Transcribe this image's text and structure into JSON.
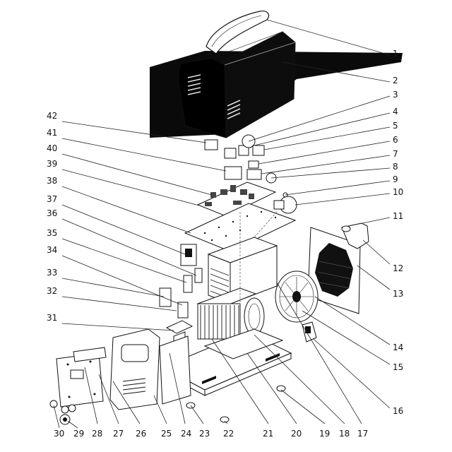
{
  "diagram": {
    "labels": [
      "1",
      "2",
      "3",
      "4",
      "5",
      "6",
      "7",
      "8",
      "9",
      "10",
      "11",
      "12",
      "13",
      "14",
      "15",
      "16",
      "17",
      "18",
      "19",
      "20",
      "21",
      "22",
      "23",
      "24",
      "25",
      "26",
      "27",
      "28",
      "29",
      "30",
      "31",
      "32",
      "33",
      "34",
      "35",
      "36",
      "37",
      "38",
      "39",
      "40",
      "41",
      "42"
    ],
    "colors": {
      "ink": "#111111",
      "cover": "#0a0a0a",
      "paper": "#ffffff"
    }
  }
}
